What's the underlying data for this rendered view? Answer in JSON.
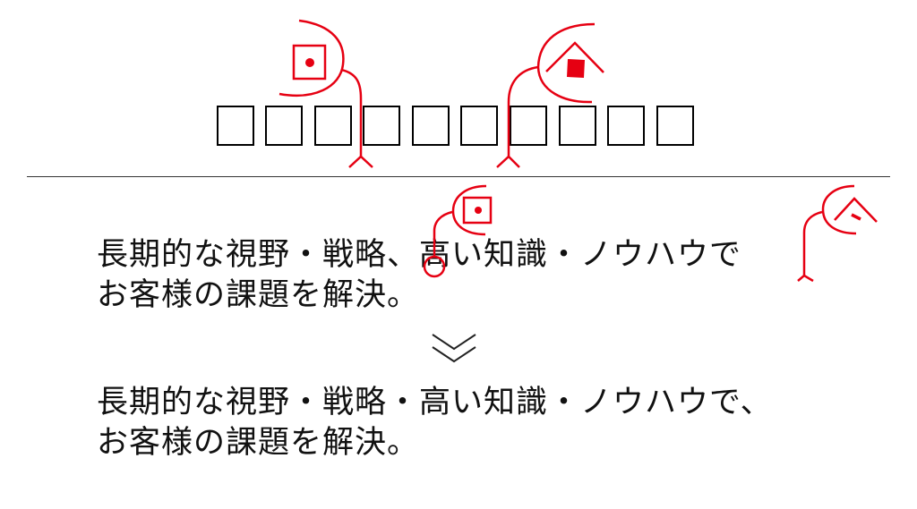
{
  "placeholder_box_count": 10,
  "mark_color": "#e60012",
  "proof_marks": [
    {
      "icon": "square-dot-icon",
      "meaning": "insert"
    },
    {
      "icon": "roof-square-icon",
      "meaning": "insert"
    }
  ],
  "before": {
    "line1": "長期的な視野・戦略、高い知識・ノウハウで",
    "line2": "お客様の課題を解決。"
  },
  "after": {
    "line1": "長期的な視野・戦略・高い知識・ノウハウで、",
    "line2": "お客様の課題を解決。"
  },
  "transition_icon": "double-chevron-down-icon"
}
